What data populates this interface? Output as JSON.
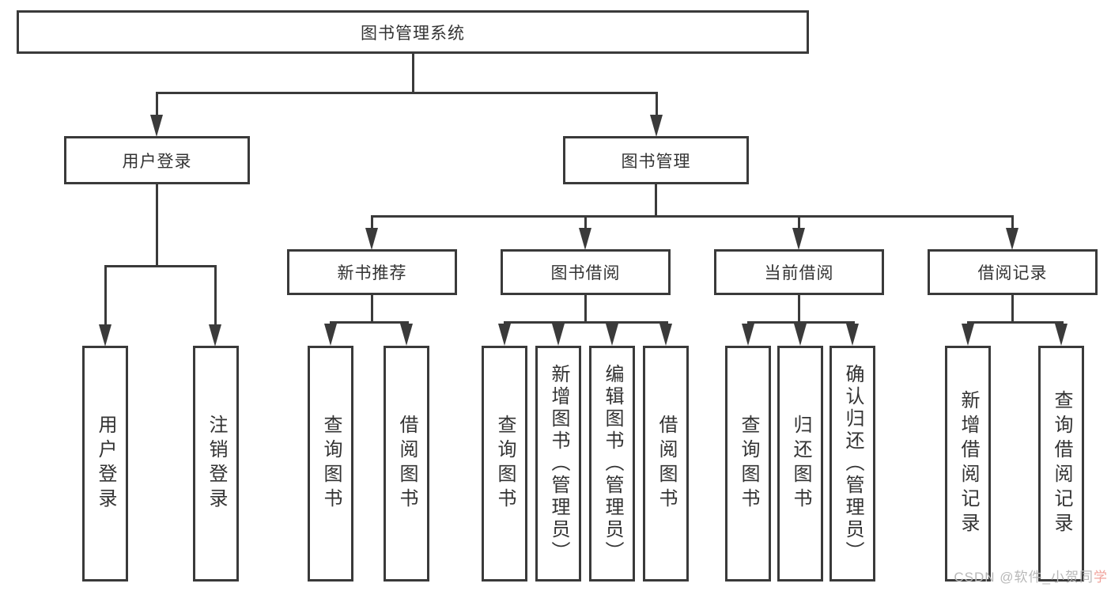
{
  "diagram": {
    "root": {
      "label": "图书管理系统"
    },
    "branches": [
      {
        "label": "用户登录",
        "children": [
          {
            "label": "用户登录"
          },
          {
            "label": "注销登录"
          }
        ]
      },
      {
        "label": "图书管理",
        "children": [
          {
            "label": "新书推荐",
            "children": [
              {
                "label": "查询图书"
              },
              {
                "label": "借阅图书"
              }
            ]
          },
          {
            "label": "图书借阅",
            "children": [
              {
                "label": "查询图书"
              },
              {
                "label": "新增图书（管理员）"
              },
              {
                "label": "编辑图书（管理员）"
              },
              {
                "label": "借阅图书"
              }
            ]
          },
          {
            "label": "当前借阅",
            "children": [
              {
                "label": "查询图书"
              },
              {
                "label": "归还图书"
              },
              {
                "label": "确认归还（管理员）"
              }
            ]
          },
          {
            "label": "借阅记录",
            "children": [
              {
                "label": "新增借阅记录"
              },
              {
                "label": "查询借阅记录"
              }
            ]
          }
        ]
      }
    ]
  },
  "watermark": {
    "text_gray": "CSDN @软件_小贺同",
    "text_red": "学"
  },
  "colors": {
    "line": "#3a3a3a",
    "box_border": "#3a3a3a",
    "box_fill": "#ffffff",
    "text": "#333333",
    "background": "#ffffff",
    "watermark_gray": "#b8b8b8",
    "watermark_red": "#f0a39c"
  }
}
